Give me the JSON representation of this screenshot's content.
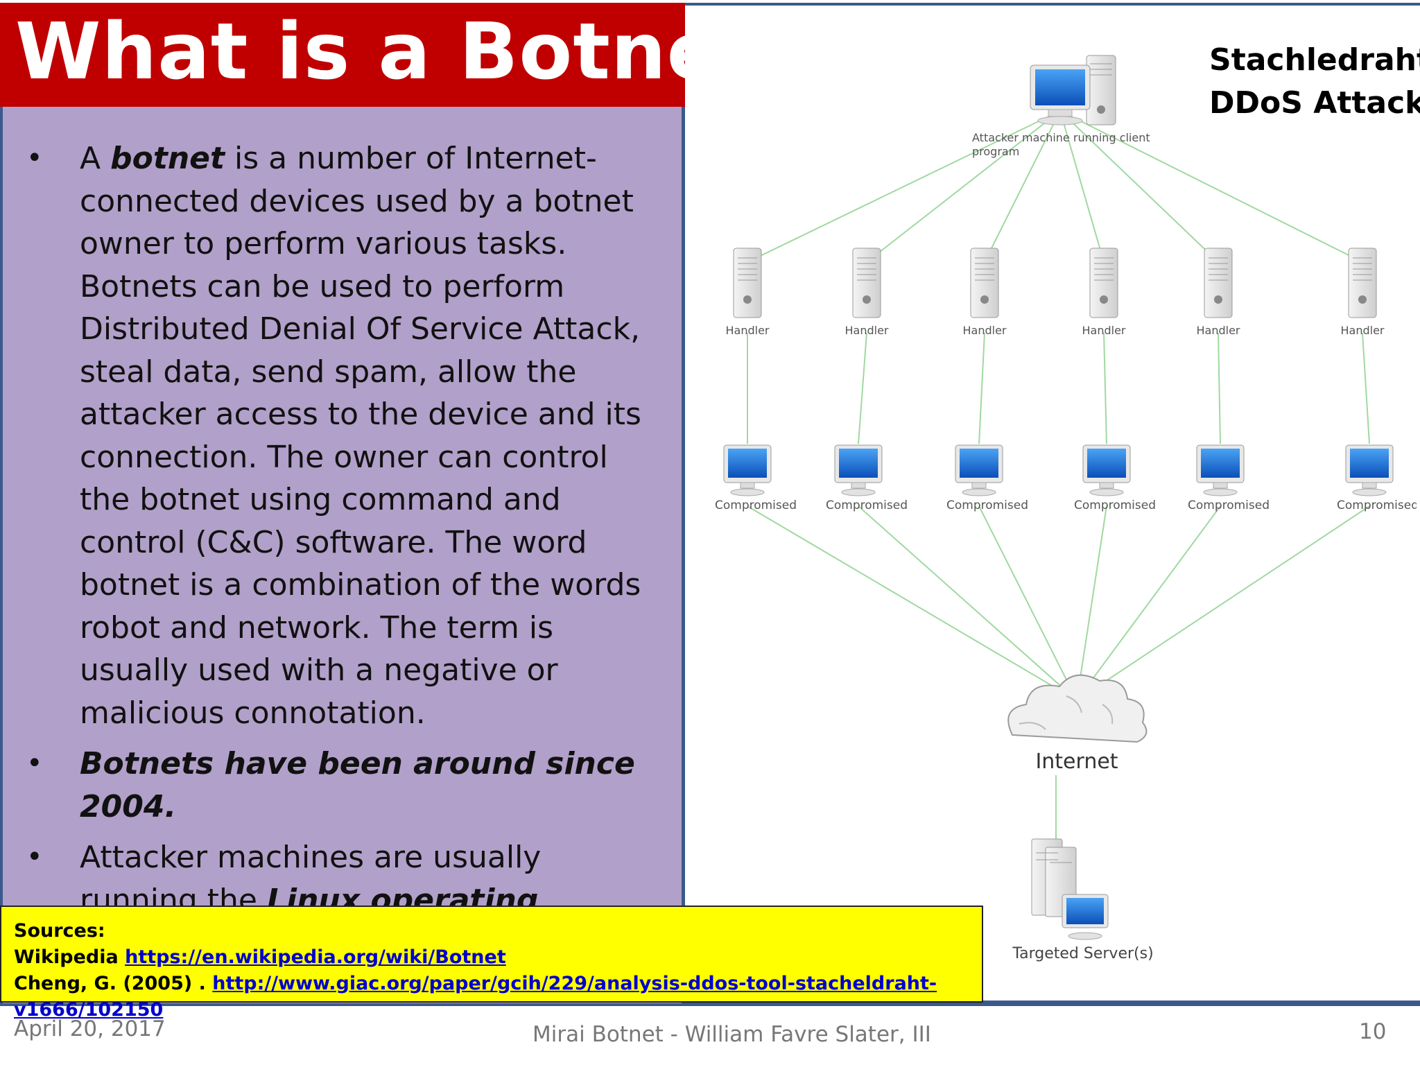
{
  "slide": {
    "title": "What is a Botnet?",
    "bullets": [
      {
        "parts": [
          "A ",
          "botnet",
          " is a number of Internet-connected devices used by a botnet owner to perform various tasks. Botnets can be used to perform Distributed Denial Of Service Attack, steal data, send spam, allow the attacker access to the device and its connection. The owner can control the botnet using command and control (C&C) software. The word botnet is a combination of the words robot and network. The term is usually used with a negative or malicious connotation."
        ]
      },
      {
        "text": "Botnets have been around since 2004."
      },
      {
        "parts": [
          "Attacker machines are usually running the ",
          "Linux operating system",
          "."
        ]
      }
    ],
    "bullet_glyph": "•"
  },
  "diagram": {
    "title_line1": "Stachledraht",
    "title_line2": "DDoS Attack",
    "attacker_label_line1": "Attacker machine running client",
    "attacker_label_line2": "program",
    "handler_label": "Handler",
    "compromised_label": "Compromised",
    "internet_label": "Internet",
    "target_label": "Targeted Server(s)",
    "colors": {
      "link": "#9fd99f",
      "screen": "#1f6fd6"
    }
  },
  "sources": {
    "heading": "Sources:",
    "line1_prefix": "Wikipedia ",
    "line1_link": "https://en.wikipedia.org/wiki/Botnet",
    "line2_prefix": "Cheng, G. (2005) . ",
    "line2_link": "http://www.giac.org/paper/gcih/229/analysis-ddos-tool-stacheldraht-v1666/102150"
  },
  "footer": {
    "date": "April 20, 2017",
    "center": "Mirai Botnet - William Favre Slater, III",
    "page": "10"
  }
}
